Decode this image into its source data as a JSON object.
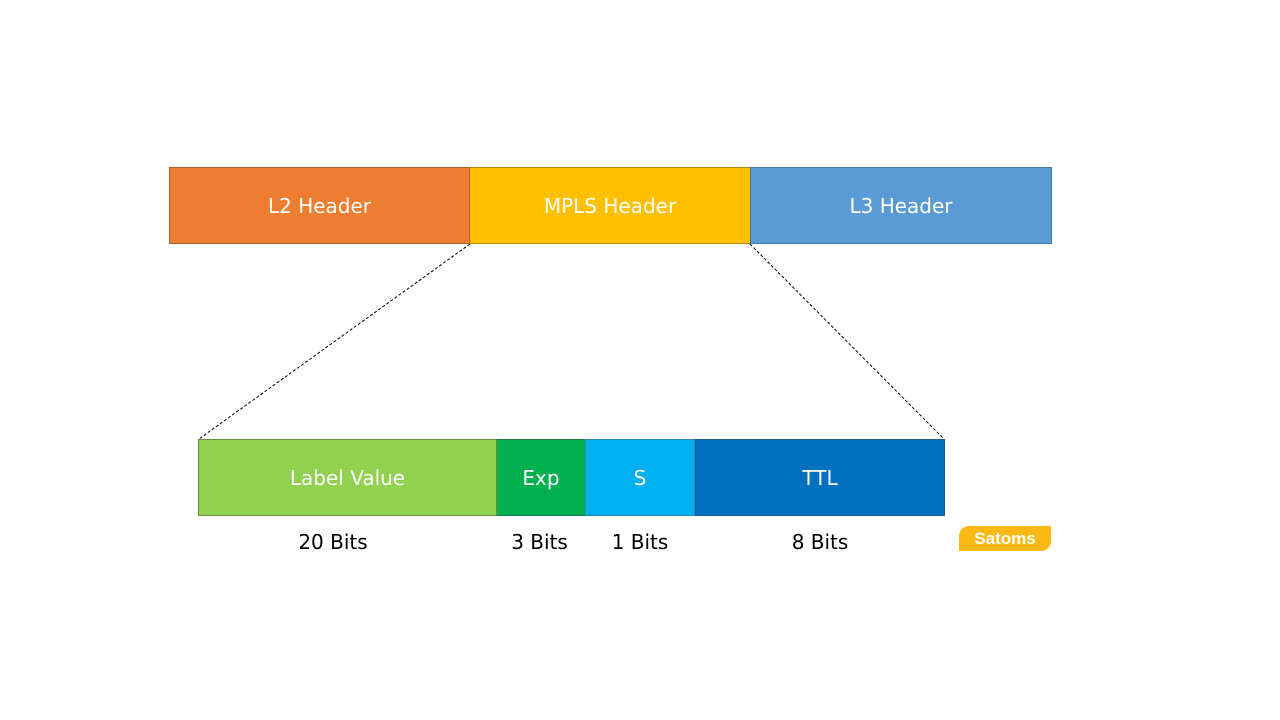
{
  "packet": {
    "l2_header": "L2 Header",
    "mpls_header": "MPLS Header",
    "l3_header": "L3 Header"
  },
  "mpls_fields": [
    {
      "name": "Label Value",
      "bits": "20 Bits"
    },
    {
      "name": "Exp",
      "bits": "3 Bits"
    },
    {
      "name": "S",
      "bits": "1 Bits"
    },
    {
      "name": "TTL",
      "bits": "8 Bits"
    }
  ],
  "watermark": "Satoms",
  "colors": {
    "l2_header": "#ed7d31",
    "mpls_header": "#ffc000",
    "l3_header": "#5b9bd5",
    "label_value": "#92d050",
    "exp": "#00b050",
    "s": "#00b0f0",
    "ttl": "#0070c0",
    "watermark": "#fdb913"
  }
}
